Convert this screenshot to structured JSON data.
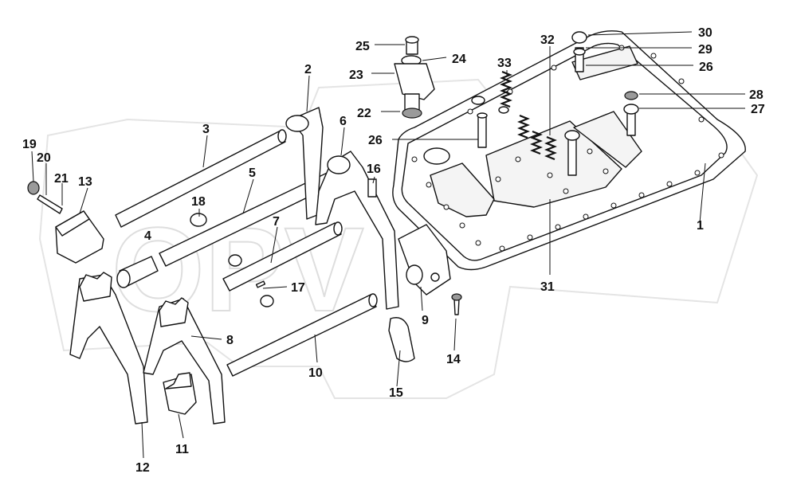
{
  "diagram": {
    "watermark": "OPV",
    "callouts": [
      {
        "id": "label-1",
        "text": "1"
      },
      {
        "id": "label-2",
        "text": "2"
      },
      {
        "id": "label-3",
        "text": "3"
      },
      {
        "id": "label-4",
        "text": "4"
      },
      {
        "id": "label-5",
        "text": "5"
      },
      {
        "id": "label-6",
        "text": "6"
      },
      {
        "id": "label-7",
        "text": "7"
      },
      {
        "id": "label-8",
        "text": "8"
      },
      {
        "id": "label-9",
        "text": "9"
      },
      {
        "id": "label-10",
        "text": "10"
      },
      {
        "id": "label-11",
        "text": "11"
      },
      {
        "id": "label-12",
        "text": "12"
      },
      {
        "id": "label-13",
        "text": "13"
      },
      {
        "id": "label-14",
        "text": "14"
      },
      {
        "id": "label-15",
        "text": "15"
      },
      {
        "id": "label-16",
        "text": "16"
      },
      {
        "id": "label-17",
        "text": "17"
      },
      {
        "id": "label-18",
        "text": "18"
      },
      {
        "id": "label-19",
        "text": "19"
      },
      {
        "id": "label-20",
        "text": "20"
      },
      {
        "id": "label-21",
        "text": "21"
      },
      {
        "id": "label-22",
        "text": "22"
      },
      {
        "id": "label-23",
        "text": "23"
      },
      {
        "id": "label-24",
        "text": "24"
      },
      {
        "id": "label-25",
        "text": "25"
      },
      {
        "id": "label-26a",
        "text": "26"
      },
      {
        "id": "label-26b",
        "text": "26"
      },
      {
        "id": "label-27",
        "text": "27"
      },
      {
        "id": "label-28",
        "text": "28"
      },
      {
        "id": "label-29",
        "text": "29"
      },
      {
        "id": "label-30",
        "text": "30"
      },
      {
        "id": "label-31",
        "text": "31"
      },
      {
        "id": "label-32",
        "text": "32"
      },
      {
        "id": "label-33",
        "text": "33"
      }
    ]
  }
}
